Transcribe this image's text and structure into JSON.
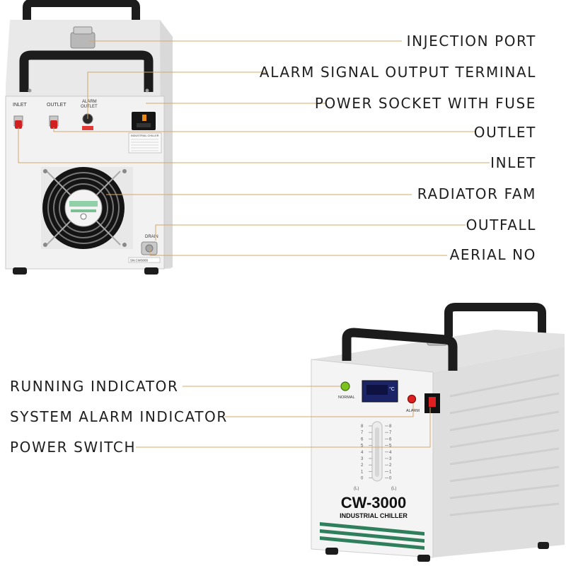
{
  "colors": {
    "leader_line": "#d4a86a",
    "chassis": "#efefef",
    "handle": "#1c1c1c",
    "stripe": "#2f7f5c",
    "fitting": "#d22020",
    "running_led": "#7ec21e",
    "display": "#1a2466"
  },
  "back_callouts": [
    {
      "id": "injection-port",
      "label": "INJECTION PORT"
    },
    {
      "id": "alarm-signal-output-terminal",
      "label": "ALARM SIGNAL OUTPUT TERMINAL"
    },
    {
      "id": "power-socket-with-fuse",
      "label": "POWER SOCKET WITH FUSE"
    },
    {
      "id": "outlet",
      "label": "OUTLET"
    },
    {
      "id": "inlet",
      "label": "INLET"
    },
    {
      "id": "radiator-fam",
      "label": "RADIATOR FAM"
    },
    {
      "id": "outfall",
      "label": "OUTFALL"
    },
    {
      "id": "aerial-no",
      "label": "AERIAL NO"
    }
  ],
  "front_callouts": [
    {
      "id": "running-indicator",
      "label": "RUNNING INDICATOR"
    },
    {
      "id": "system-alarm-indicator",
      "label": "SYSTEM ALARM INDICATOR"
    },
    {
      "id": "power-switch",
      "label": "POWER SWITCH"
    }
  ],
  "back_panel": {
    "inlet_label": "INLET",
    "outlet_label": "OUTLET",
    "alarm_label_1": "ALARM",
    "alarm_label_2": "OUTLET",
    "drain_label": "DRAIN",
    "nameplate_title": "INDUSTRIAL CHILLER",
    "serial_text": "SN:CW3000"
  },
  "front_panel": {
    "model": "CW-3000",
    "subtitle": "INDUSTRIAL CHILLER",
    "normal_label": "NORMAL",
    "alarm_label": "ALARM",
    "display_unit": "°C",
    "gauge_ticks": [
      "8",
      "7",
      "6",
      "5",
      "4",
      "3",
      "2",
      "1",
      "0"
    ],
    "gauge_left_unit": "(L)",
    "gauge_right_unit": "(L)"
  }
}
